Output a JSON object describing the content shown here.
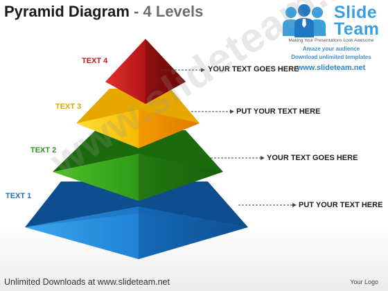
{
  "title": {
    "main": "Pyramid Diagram",
    "sub": "- 4 Levels"
  },
  "logo": {
    "word1": "Slide",
    "word2": "Team",
    "tagline": "Making Your Presentations Look Awesome",
    "line1": "Amaze your audience",
    "line2": "Download unlimited templates",
    "url": "www.slideteam.net",
    "colors": {
      "primary": "#3aa0dd"
    }
  },
  "levels": [
    {
      "label": "TEXT 4",
      "callout": "YOUR TEXT GOES HERE",
      "color": "#c51d1d"
    },
    {
      "label": "TEXT 3",
      "callout": "PUT YOUR TEXT HERE",
      "color": "#f5b800"
    },
    {
      "label": "TEXT 2",
      "callout": "YOUR TEXT GOES HERE",
      "color": "#3a9a1f"
    },
    {
      "label": "TEXT 1",
      "callout": "PUT YOUR TEXT HERE",
      "color": "#1f7fd0"
    }
  ],
  "label_colors": {
    "text4": "#c0171a",
    "text3": "#e0a400",
    "text2": "#2f8f1f",
    "text1": "#1f6fb8"
  },
  "watermark": "www.slideteam.net",
  "footer": {
    "left": "Unlimited Downloads at www.slideteam.net",
    "right": "Your Logo"
  }
}
